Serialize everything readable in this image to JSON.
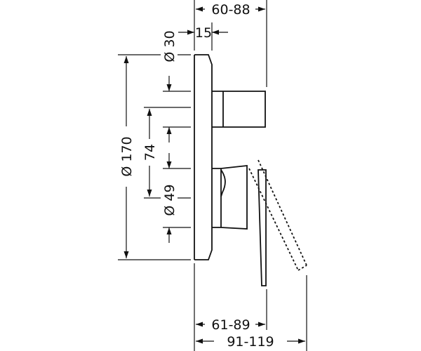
{
  "drawing": {
    "line_color": "#111111",
    "background": "#ffffff",
    "dimensions": {
      "top_overall_depth": "60-88",
      "wall_offset": "15",
      "upper_diameter": "Ø 30",
      "faceplate_diameter": "Ø 170",
      "center_spacing": "74",
      "lower_diameter": "Ø 49",
      "bottom_depth_inner": "61-89",
      "bottom_depth_outer": "91-119"
    }
  }
}
